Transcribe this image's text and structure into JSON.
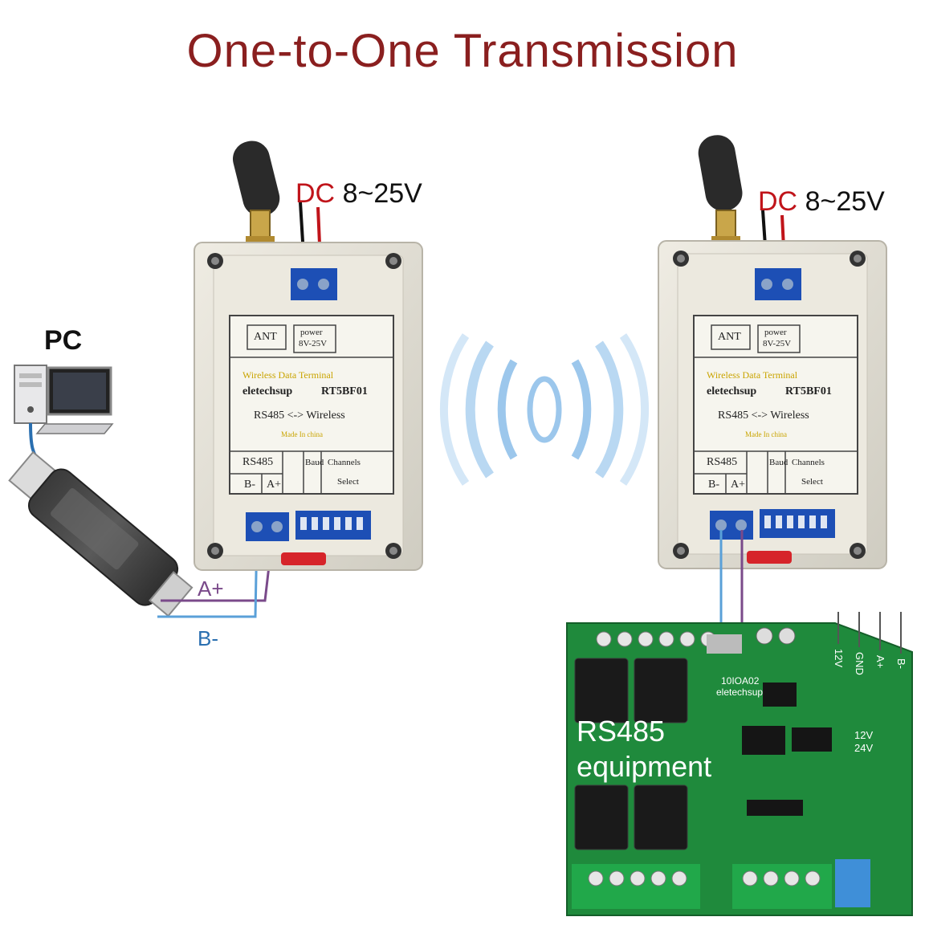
{
  "title": "One-to-One Transmission",
  "pc_label": "PC",
  "power_label_prefix": "DC",
  "power_label_value": "8~25V",
  "wire_labels": {
    "a_plus": "A+",
    "b_minus": "B-"
  },
  "module": {
    "ant": "ANT",
    "power": "power",
    "power_range": "8V-25V",
    "name": "Wireless Data Terminal",
    "brand": "eletechsup",
    "model": "RT5BF01",
    "mode": "RS485 <-> Wireless",
    "origin": "Made In china",
    "rs485": "RS485",
    "b_minus": "B-",
    "a_plus": "A+",
    "baud": "Baud",
    "channels": "Channels",
    "select": "Select"
  },
  "equipment": {
    "line1": "RS485",
    "line2": "equipment",
    "board_model": "10IOA02",
    "board_brand": "eletechsup",
    "pins": [
      "12V",
      "GND",
      "A+",
      "B-"
    ],
    "voltage1": "12V",
    "voltage2": "24V"
  },
  "colors": {
    "title": "#8a1f1f",
    "dc": "#c0141a",
    "wire_a": "#7a4a8a",
    "wire_b": "#2a6fb0",
    "board": "#1f8a3c",
    "enclosure": "#e6e3d8",
    "terminal": "#1d4fb5",
    "antenna": "#2a2a2a"
  }
}
